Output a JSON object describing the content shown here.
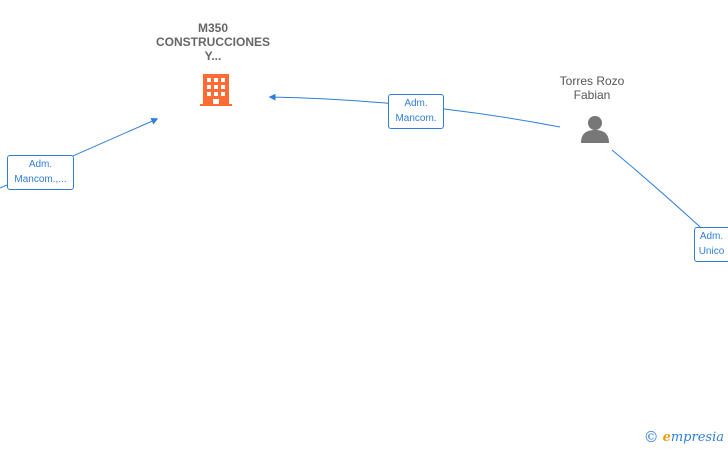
{
  "company": {
    "name_lines": [
      "M350",
      "CONSTRUCCIONES",
      "Y..."
    ],
    "icon": "building-icon",
    "color": "#ff6b35"
  },
  "person": {
    "name_lines": [
      "Torres Rozo",
      "Fabian"
    ],
    "icon": "person-icon",
    "color": "#777777"
  },
  "edges": [
    {
      "id": "left",
      "lines": [
        "Adm.",
        "Mancom.,..."
      ]
    },
    {
      "id": "middle",
      "lines": [
        "Adm.",
        "Mancom."
      ]
    },
    {
      "id": "right",
      "lines": [
        "Adm.",
        "Unico"
      ]
    }
  ],
  "colors": {
    "edge": "#2f7ed8"
  },
  "watermark": {
    "symbol": "©",
    "brand_initial": "e",
    "brand_rest": "mpresia"
  }
}
